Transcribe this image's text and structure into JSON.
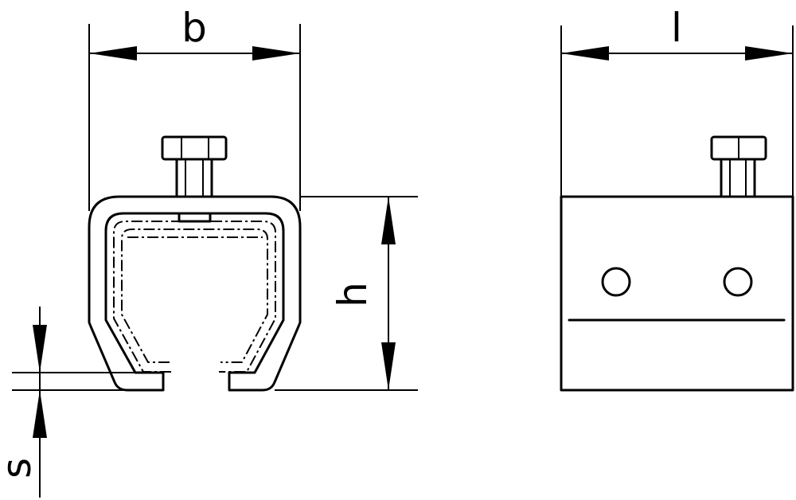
{
  "labels": {
    "width": "b",
    "height": "h",
    "thickness": "s",
    "length": "l"
  },
  "colors": {
    "line": "#000000",
    "background": "#ffffff"
  }
}
